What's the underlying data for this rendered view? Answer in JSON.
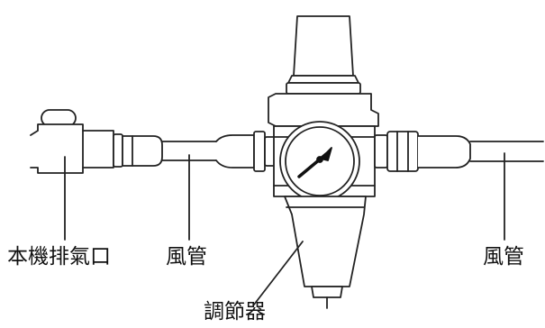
{
  "labels": {
    "exhaust_port": "本機排氣口",
    "hose_left": "風管",
    "hose_right": "風管",
    "regulator": "調節器"
  },
  "colors": {
    "stroke": "#222222",
    "fill": "#ffffff",
    "needle": "#111111"
  },
  "icons": {
    "pressure_gauge": "pressure-gauge-icon",
    "regulator_knob": "regulator-knob-icon"
  }
}
